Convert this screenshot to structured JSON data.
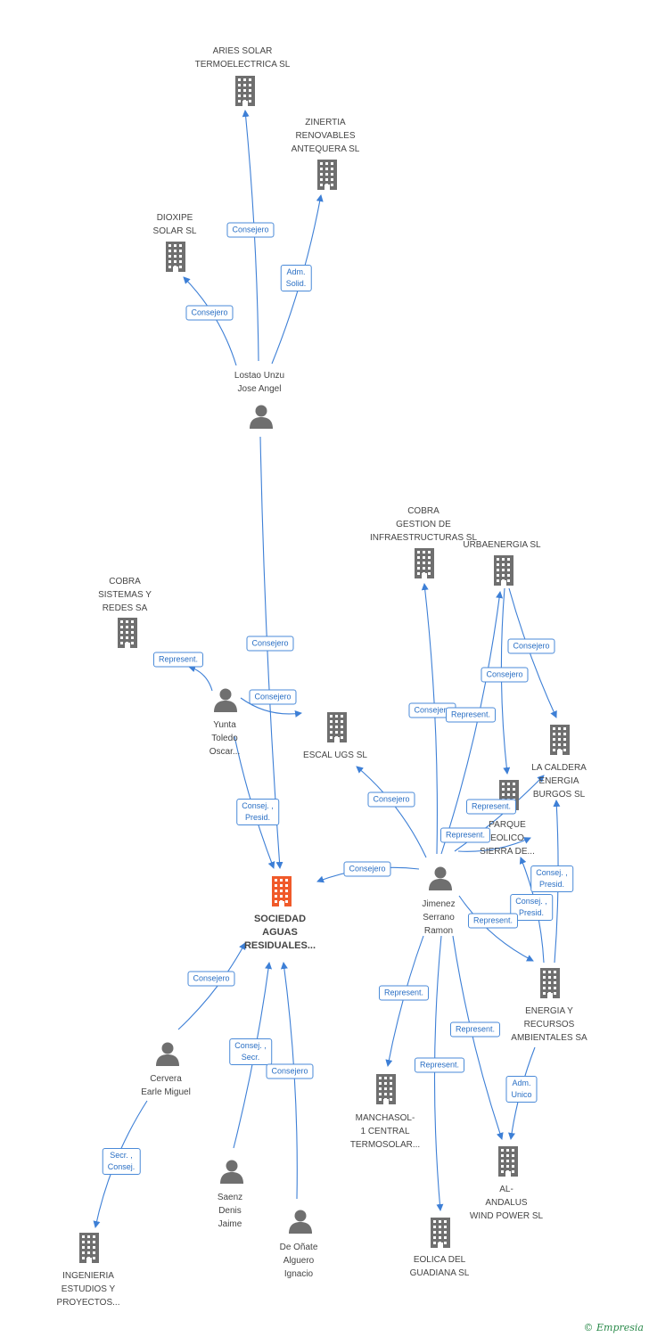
{
  "colors": {
    "edge": "#3d7fd6",
    "node": "#6f6f6f",
    "focus": "#f05a2a",
    "badge_text": "#2a6fc4",
    "badge_border": "#4a8ad8"
  },
  "nodes": {
    "aries": {
      "label": "ARIES SOLAR\nTERMOELECTRICA SL",
      "icon": "building-icon"
    },
    "zinertia": {
      "label": "ZINERTIA\nRENOVABLES\nANTEQUERA SL",
      "icon": "building-icon"
    },
    "dioxipe": {
      "label": "DIOXIPE\nSOLAR SL",
      "icon": "building-icon"
    },
    "lostao": {
      "label": "Lostao Unzu\nJose Angel",
      "icon": "person-icon"
    },
    "cobra_gestion": {
      "label": "COBRA\nGESTION DE\nINFRAESTRUCTURAS SL",
      "icon": "building-icon"
    },
    "urbaenergia": {
      "label": "URBAENERGIA SL",
      "icon": "building-icon"
    },
    "cobra_sistemas": {
      "label": "COBRA\nSISTEMAS Y\nREDES SA",
      "icon": "building-icon"
    },
    "yunta": {
      "label": "Yunta\nToledo\nOscar...",
      "icon": "person-icon"
    },
    "escal": {
      "label": "ESCAL UGS SL",
      "icon": "building-icon"
    },
    "la_caldera": {
      "label": "LA CALDERA\nENERGIA\nBURGOS SL",
      "icon": "building-icon"
    },
    "parque": {
      "label": "PARQUE\nEOLICO\nSIERRA DE...",
      "icon": "building-icon"
    },
    "sociedad": {
      "label": "SOCIEDAD\nAGUAS\nRESIDUALES...",
      "icon": "building-icon"
    },
    "jimenez": {
      "label": "Jimenez\nSerrano\nRamon",
      "icon": "person-icon"
    },
    "energia_rec": {
      "label": "ENERGIA Y\nRECURSOS\nAMBIENTALES SA",
      "icon": "building-icon"
    },
    "cervera": {
      "label": "Cervera\nEarle Miguel",
      "icon": "person-icon"
    },
    "manchasol": {
      "label": "MANCHASOL-\n1 CENTRAL\nTERMOSOLAR...",
      "icon": "building-icon"
    },
    "al_andalus": {
      "label": "AL-\nANDALUS\nWIND POWER SL",
      "icon": "building-icon"
    },
    "saenz": {
      "label": "Saenz\nDenis\nJaime",
      "icon": "person-icon"
    },
    "de_onate": {
      "label": "De Oñate\nAlguero\nIgnacio",
      "icon": "person-icon"
    },
    "eolica": {
      "label": "EOLICA DEL\nGUADIANA SL",
      "icon": "building-icon"
    },
    "ingenieria": {
      "label": "INGENIERIA\nESTUDIOS Y\nPROYECTOS...",
      "icon": "building-icon"
    }
  },
  "edges": [
    {
      "from": "lostao",
      "to": "aries",
      "label": "Consejero"
    },
    {
      "from": "lostao",
      "to": "zinertia",
      "label": "Adm.\nSolid."
    },
    {
      "from": "lostao",
      "to": "dioxipe",
      "label": "Consejero"
    },
    {
      "from": "lostao",
      "to": "sociedad",
      "label": "Consejero"
    },
    {
      "from": "yunta",
      "to": "cobra_sistemas",
      "label": "Represent."
    },
    {
      "from": "yunta",
      "to": "escal",
      "label": "Consejero"
    },
    {
      "from": "yunta",
      "to": "sociedad",
      "label": "Consej. ,\nPresid."
    },
    {
      "from": "jimenez",
      "to": "cobra_gestion",
      "label": "Consejero"
    },
    {
      "from": "jimenez",
      "to": "urbaenergia",
      "label": "Represent."
    },
    {
      "from": "urbaenergia",
      "to": "la_caldera",
      "label": "Consejero"
    },
    {
      "from": "urbaenergia",
      "to": "parque",
      "label": "Consejero"
    },
    {
      "from": "jimenez",
      "to": "escal",
      "label": "Consejero"
    },
    {
      "from": "jimenez",
      "to": "la_caldera",
      "label": "Represent."
    },
    {
      "from": "jimenez",
      "to": "parque",
      "label": "Represent."
    },
    {
      "from": "jimenez",
      "to": "sociedad",
      "label": "Consejero"
    },
    {
      "from": "energia_rec",
      "to": "la_caldera",
      "label": "Consej. ,\nPresid."
    },
    {
      "from": "energia_rec",
      "to": "parque",
      "label": "Consej. ,\nPresid."
    },
    {
      "from": "jimenez",
      "to": "energia_rec",
      "label": "Represent."
    },
    {
      "from": "jimenez",
      "to": "manchasol",
      "label": "Represent."
    },
    {
      "from": "jimenez",
      "to": "al_andalus",
      "label": "Represent."
    },
    {
      "from": "jimenez",
      "to": "eolica",
      "label": "Represent."
    },
    {
      "from": "energia_rec",
      "to": "al_andalus",
      "label": "Adm.\nUnico"
    },
    {
      "from": "cervera",
      "to": "sociedad",
      "label": "Consejero"
    },
    {
      "from": "cervera",
      "to": "ingenieria",
      "label": "Secr. ,\nConsej."
    },
    {
      "from": "saenz",
      "to": "sociedad",
      "label": "Consej. ,\nSecr."
    },
    {
      "from": "de_onate",
      "to": "sociedad",
      "label": "Consejero"
    }
  ],
  "watermark": "© Empresia"
}
